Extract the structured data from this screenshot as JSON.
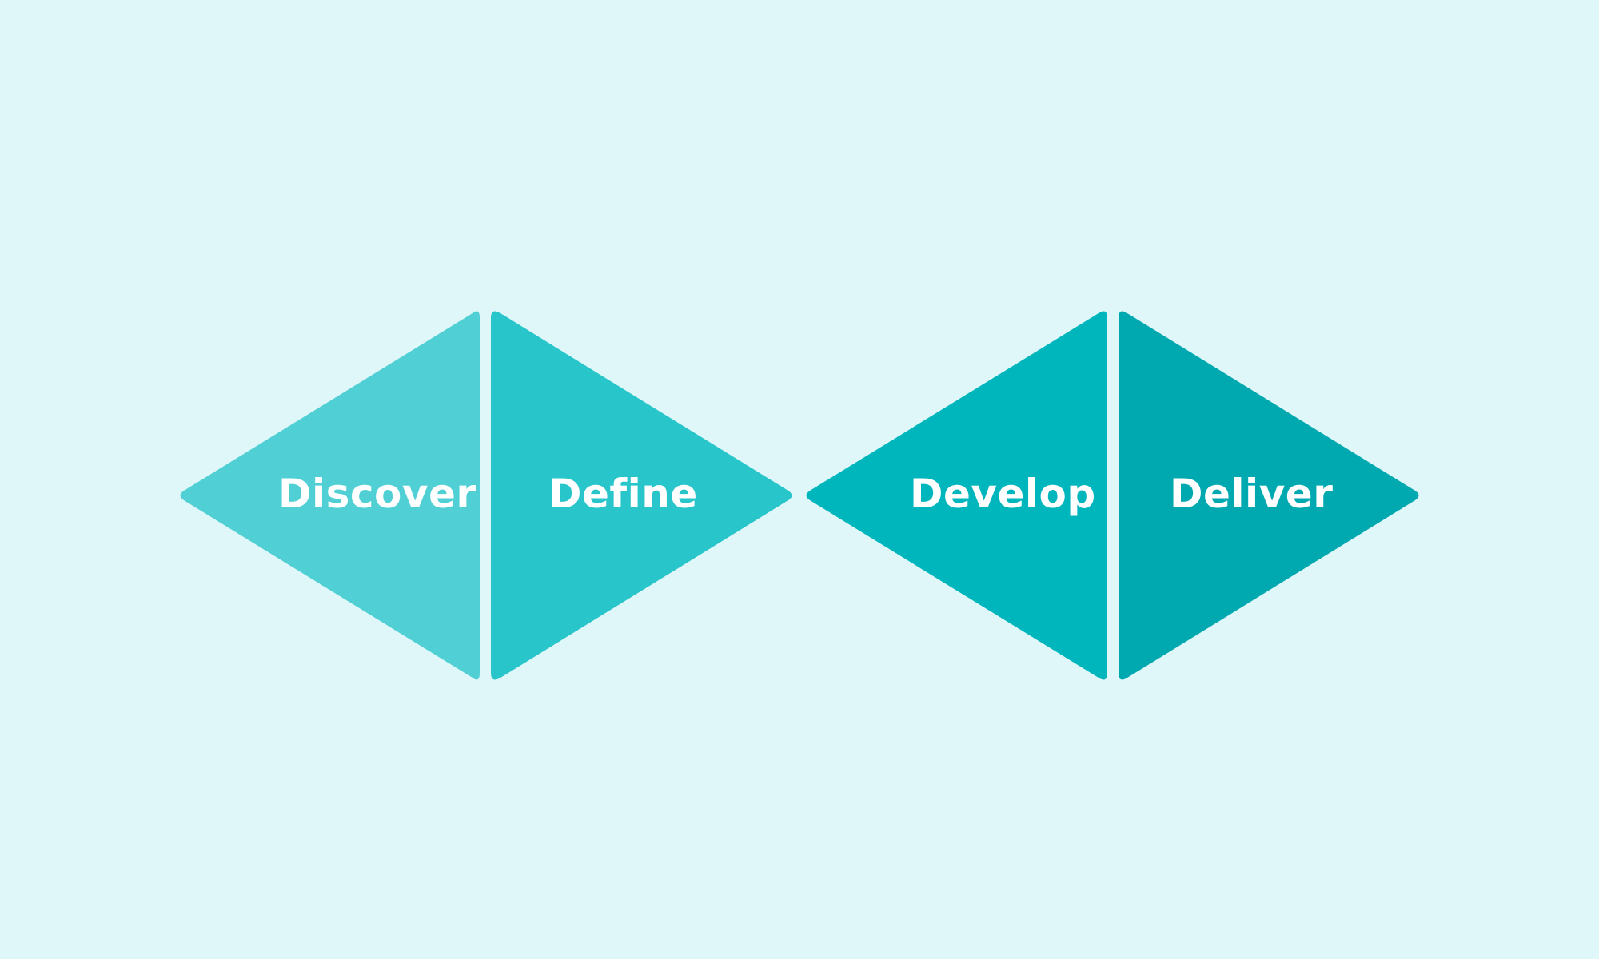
{
  "diagram": {
    "background": "#dff7f8",
    "phases": [
      {
        "label": "Discover",
        "color": "#50d0d5"
      },
      {
        "label": "Define",
        "color": "#28c5cb"
      },
      {
        "label": "Develop",
        "color": "#00b6bd"
      },
      {
        "label": "Deliver",
        "color": "#00a9b0"
      }
    ]
  }
}
